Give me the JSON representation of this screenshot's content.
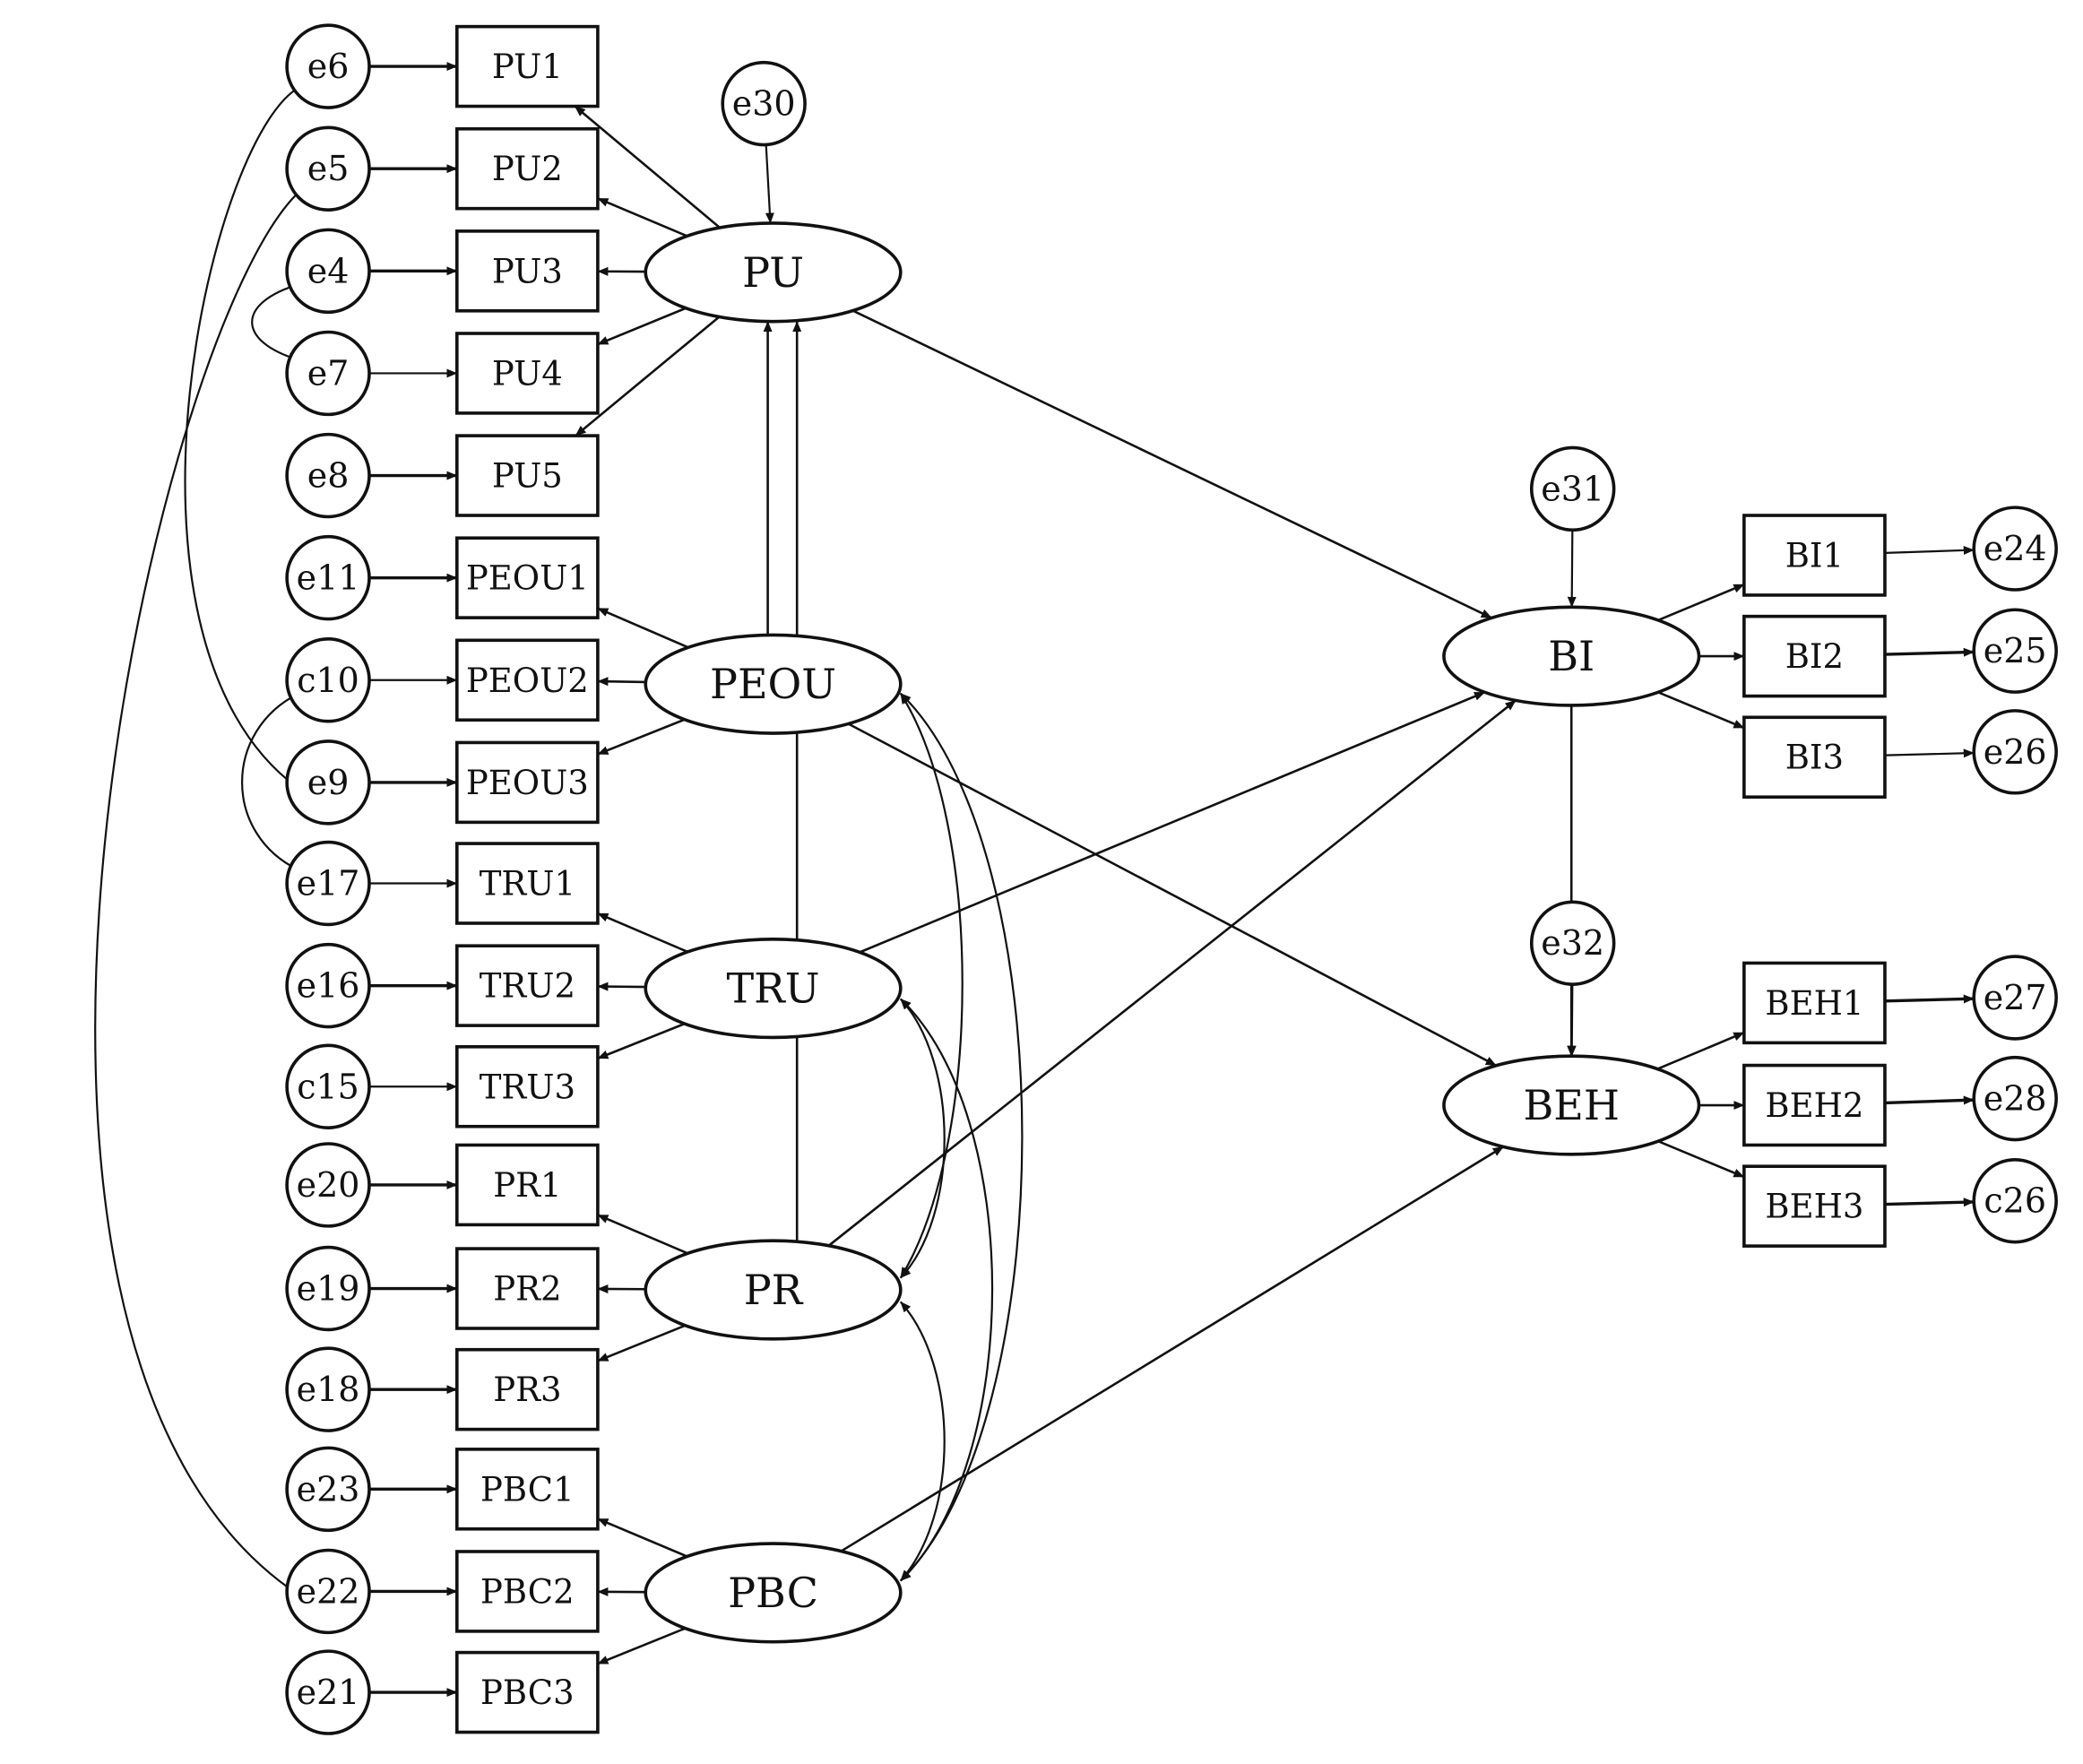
{
  "diagram": {
    "indicators": [
      {
        "id": "PU1",
        "label": "PU1"
      },
      {
        "id": "PU2",
        "label": "PU2"
      },
      {
        "id": "PU3",
        "label": "PU3"
      },
      {
        "id": "PU4",
        "label": "PU4"
      },
      {
        "id": "PU5",
        "label": "PU5"
      },
      {
        "id": "PEOU1",
        "label": "PEOU1"
      },
      {
        "id": "PEOU2",
        "label": "PEOU2"
      },
      {
        "id": "PEOU3",
        "label": "PEOU3"
      },
      {
        "id": "TRU1",
        "label": "TRU1"
      },
      {
        "id": "TRU2",
        "label": "TRU2"
      },
      {
        "id": "TRU3",
        "label": "TRU3"
      },
      {
        "id": "PR1",
        "label": "PR1"
      },
      {
        "id": "PR2",
        "label": "PR2"
      },
      {
        "id": "PR3",
        "label": "PR3"
      },
      {
        "id": "PBC1",
        "label": "PBC1"
      },
      {
        "id": "PBC2",
        "label": "PBC2"
      },
      {
        "id": "PBC3",
        "label": "PBC3"
      },
      {
        "id": "BI1",
        "label": "BI1"
      },
      {
        "id": "BI2",
        "label": "BI2"
      },
      {
        "id": "BI3",
        "label": "BI3"
      },
      {
        "id": "BEH1",
        "label": "BEH1"
      },
      {
        "id": "BEH2",
        "label": "BEH2"
      },
      {
        "id": "BEH3",
        "label": "BEH3"
      }
    ],
    "errors": [
      {
        "id": "e6",
        "label": "e6"
      },
      {
        "id": "e5",
        "label": "e5"
      },
      {
        "id": "e4",
        "label": "e4"
      },
      {
        "id": "e7",
        "label": "e7"
      },
      {
        "id": "e8",
        "label": "e8"
      },
      {
        "id": "e11",
        "label": "e11"
      },
      {
        "id": "e10",
        "label": "c10"
      },
      {
        "id": "e9",
        "label": "e9"
      },
      {
        "id": "e17",
        "label": "e17"
      },
      {
        "id": "e16",
        "label": "e16"
      },
      {
        "id": "e15",
        "label": "c15"
      },
      {
        "id": "e20",
        "label": "e20"
      },
      {
        "id": "e19",
        "label": "e19"
      },
      {
        "id": "e18",
        "label": "e18"
      },
      {
        "id": "e23",
        "label": "e23"
      },
      {
        "id": "e22",
        "label": "e22"
      },
      {
        "id": "e21",
        "label": "e21"
      },
      {
        "id": "e30",
        "label": "e30"
      },
      {
        "id": "e31",
        "label": "e31"
      },
      {
        "id": "e32",
        "label": "e32"
      },
      {
        "id": "e24",
        "label": "e24"
      },
      {
        "id": "e25",
        "label": "e25"
      },
      {
        "id": "e26",
        "label": "e26"
      },
      {
        "id": "e27",
        "label": "e27"
      },
      {
        "id": "e28",
        "label": "e28"
      },
      {
        "id": "e26b",
        "label": "c26"
      }
    ],
    "latents": [
      {
        "id": "PU",
        "label": "PU"
      },
      {
        "id": "PEOU",
        "label": "PEOU"
      },
      {
        "id": "TRU",
        "label": "TRU"
      },
      {
        "id": "PR",
        "label": "PR"
      },
      {
        "id": "PBC",
        "label": "PBC"
      },
      {
        "id": "BI",
        "label": "BI"
      },
      {
        "id": "BEH",
        "label": "BEH"
      }
    ],
    "measurement_paths": [
      [
        "PU",
        "PU1"
      ],
      [
        "PU",
        "PU2"
      ],
      [
        "PU",
        "PU3"
      ],
      [
        "PU",
        "PU4"
      ],
      [
        "PU",
        "PU5"
      ],
      [
        "PEOU",
        "PEOU1"
      ],
      [
        "PEOU",
        "PEOU2"
      ],
      [
        "PEOU",
        "PEOU3"
      ],
      [
        "TRU",
        "TRU1"
      ],
      [
        "TRU",
        "TRU2"
      ],
      [
        "TRU",
        "TRU3"
      ],
      [
        "PR",
        "PR1"
      ],
      [
        "PR",
        "PR2"
      ],
      [
        "PR",
        "PR3"
      ],
      [
        "PBC",
        "PBC1"
      ],
      [
        "PBC",
        "PBC2"
      ],
      [
        "PBC",
        "PBC3"
      ],
      [
        "BI",
        "BI1"
      ],
      [
        "BI",
        "BI2"
      ],
      [
        "BI",
        "BI3"
      ],
      [
        "BEH",
        "BEH1"
      ],
      [
        "BEH",
        "BEH2"
      ],
      [
        "BEH",
        "BEH3"
      ]
    ],
    "error_paths": [
      [
        "e6",
        "PU1"
      ],
      [
        "e5",
        "PU2"
      ],
      [
        "e4",
        "PU3"
      ],
      [
        "e7",
        "PU4"
      ],
      [
        "e8",
        "PU5"
      ],
      [
        "e11",
        "PEOU1"
      ],
      [
        "e10",
        "PEOU2"
      ],
      [
        "e9",
        "PEOU3"
      ],
      [
        "e17",
        "TRU1"
      ],
      [
        "e16",
        "TRU2"
      ],
      [
        "e15",
        "TRU3"
      ],
      [
        "e20",
        "PR1"
      ],
      [
        "e19",
        "PR2"
      ],
      [
        "e18",
        "PR3"
      ],
      [
        "e23",
        "PBC1"
      ],
      [
        "e22",
        "PBC2"
      ],
      [
        "e21",
        "PBC3"
      ],
      [
        "BI1",
        "e24"
      ],
      [
        "BI2",
        "e25"
      ],
      [
        "BI3",
        "e26"
      ],
      [
        "BEH1",
        "e27"
      ],
      [
        "BEH2",
        "e28"
      ],
      [
        "BEH3",
        "e26b"
      ],
      [
        "e30",
        "PU"
      ],
      [
        "e31",
        "BI"
      ],
      [
        "e32",
        "BEH"
      ]
    ],
    "structural_paths": [
      [
        "PEOU",
        "PU"
      ],
      [
        "PR",
        "PU"
      ],
      [
        "PU",
        "BI"
      ],
      [
        "TRU",
        "BI"
      ],
      [
        "PR",
        "BI"
      ],
      [
        "PEOU",
        "BEH"
      ],
      [
        "PBC",
        "BEH"
      ],
      [
        "BI",
        "BEH"
      ]
    ],
    "covariances": [
      [
        "e6",
        "e9"
      ],
      [
        "e5",
        "e22"
      ],
      [
        "e4",
        "e7"
      ],
      [
        "e10",
        "e17"
      ],
      [
        "PEOU",
        "PR"
      ],
      [
        "PEOU",
        "PBC"
      ],
      [
        "TRU",
        "PR"
      ],
      [
        "TRU",
        "PBC"
      ],
      [
        "PR",
        "PBC"
      ]
    ]
  }
}
